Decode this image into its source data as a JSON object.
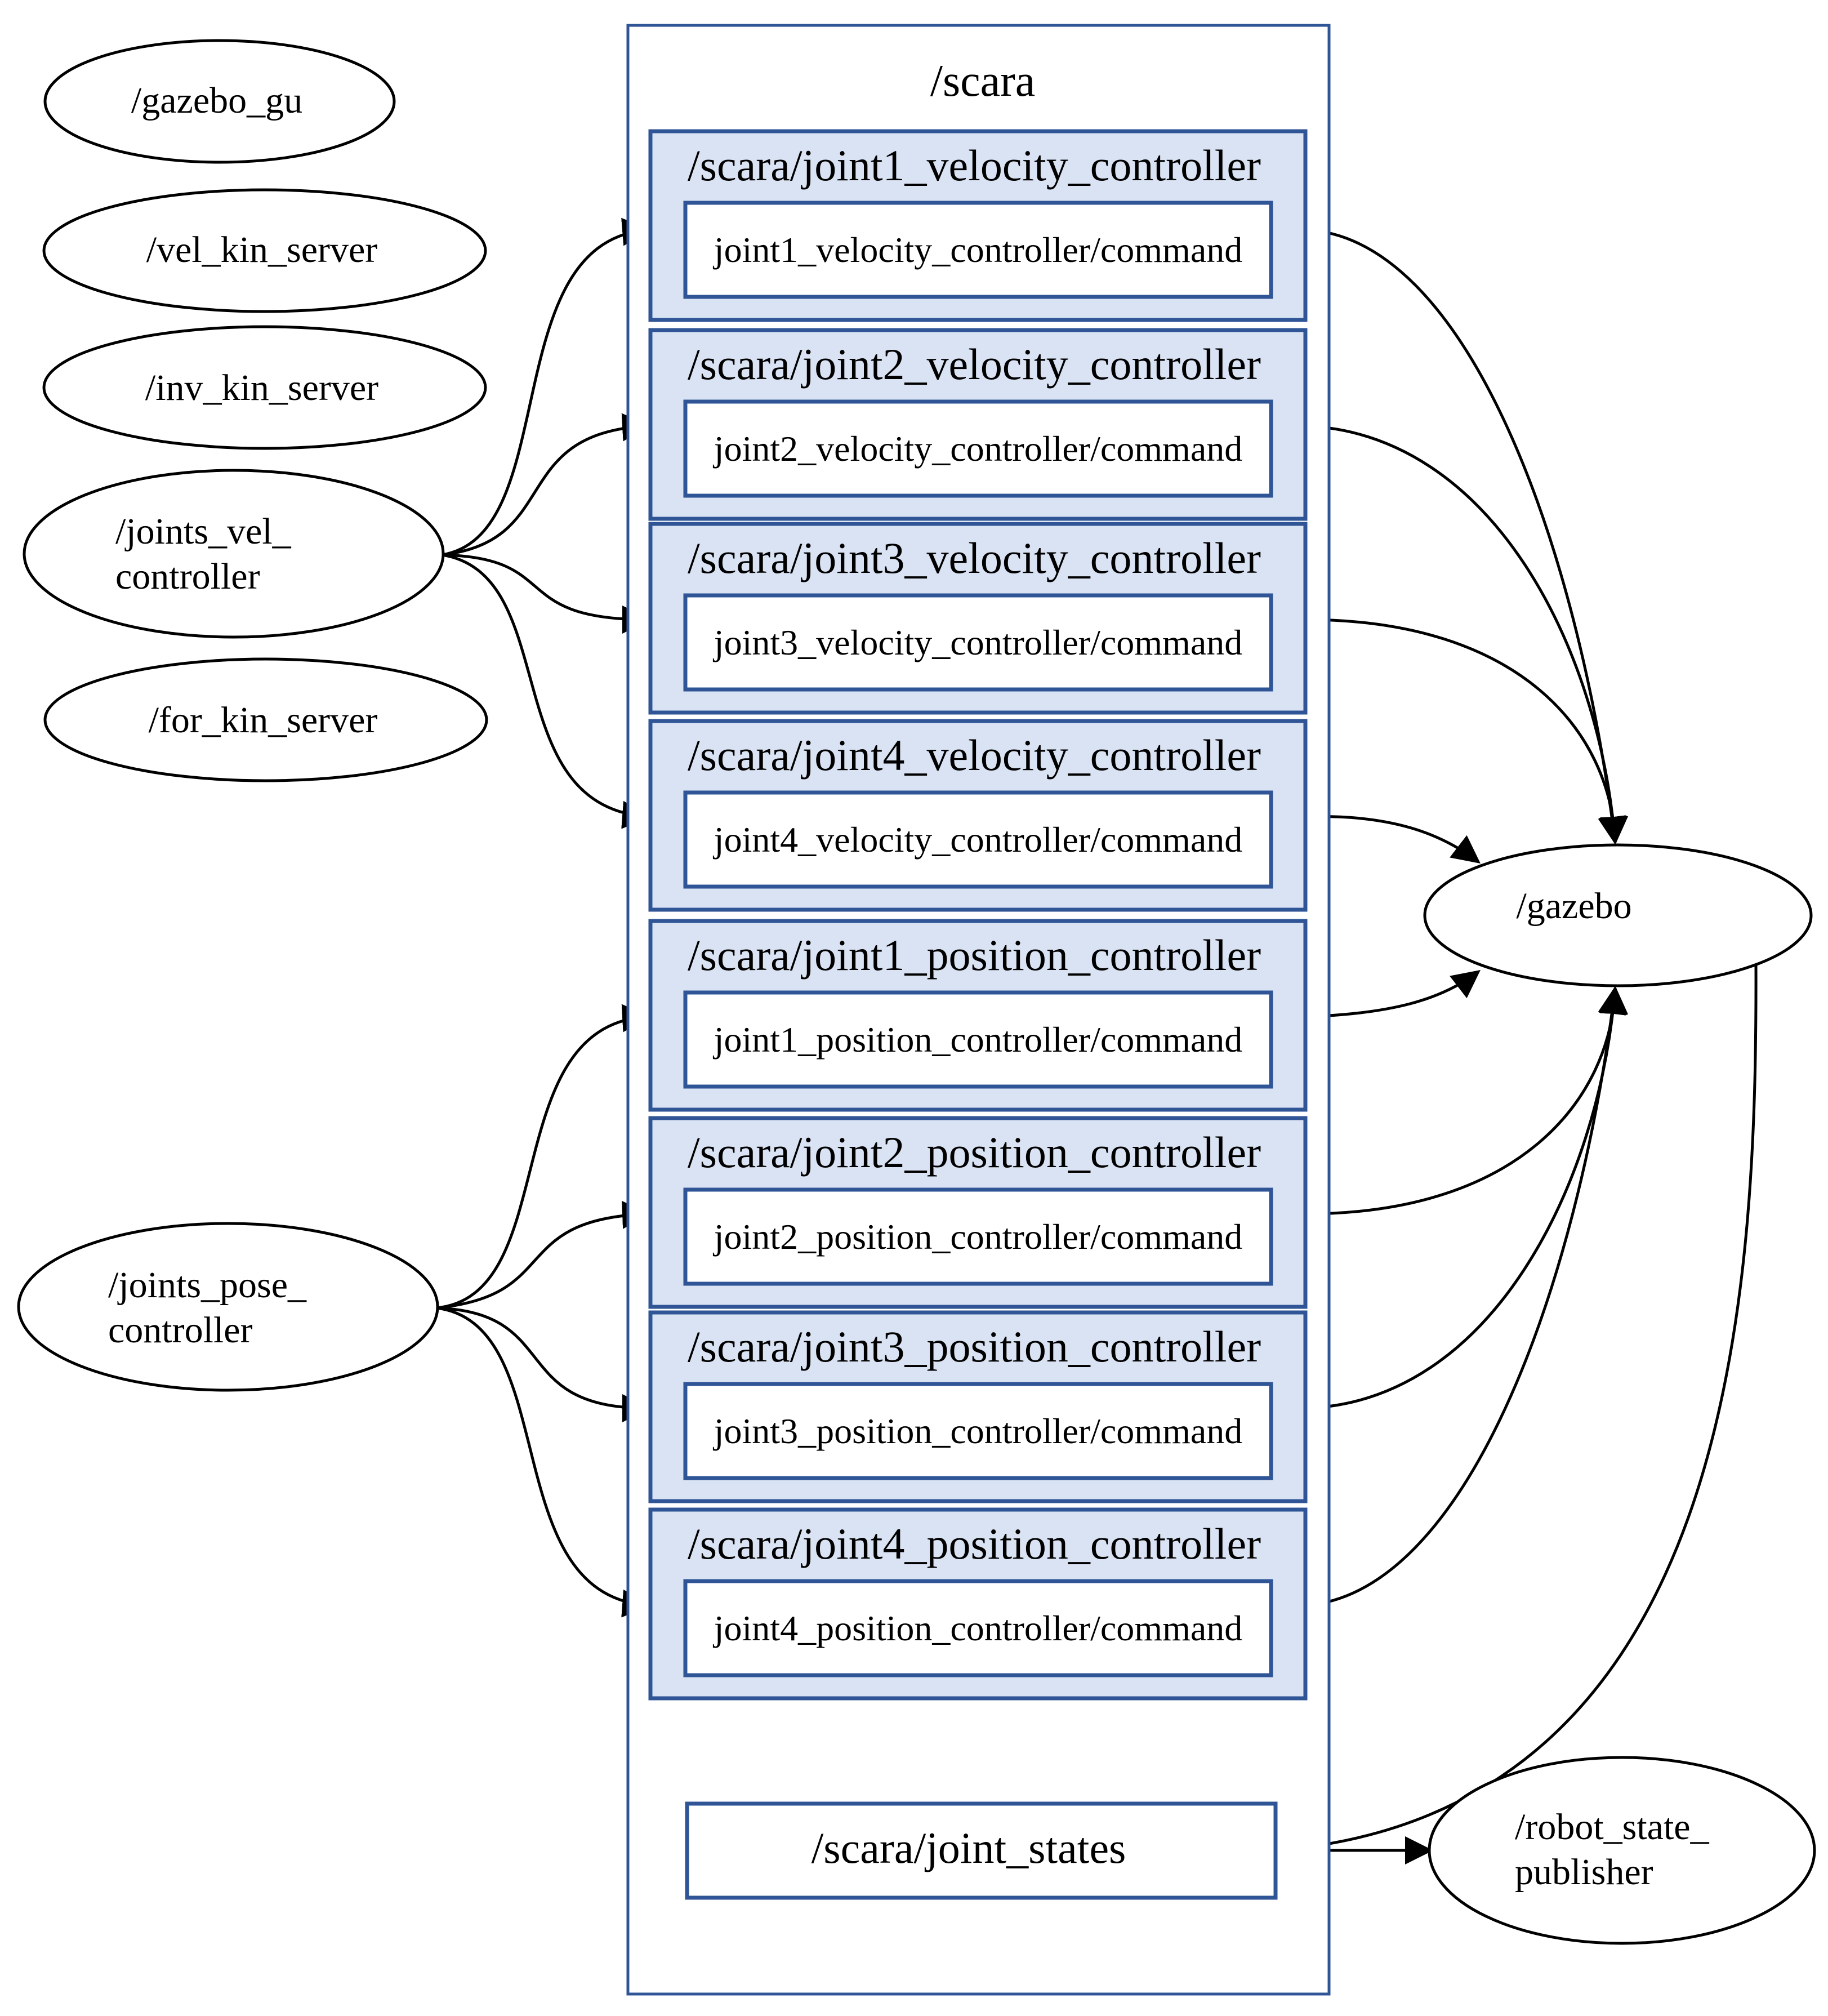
{
  "namespace": {
    "title": "/scara"
  },
  "left_nodes": [
    {
      "id": "gazebo_gui",
      "lines": [
        "/gazebo_gu"
      ]
    },
    {
      "id": "vel_kin_server",
      "lines": [
        "/vel_kin_server"
      ]
    },
    {
      "id": "inv_kin_server",
      "lines": [
        "/inv_kin_server"
      ]
    },
    {
      "id": "joints_vel_controller",
      "lines": [
        "/joints_vel_",
        "controller"
      ]
    },
    {
      "id": "for_kin_server",
      "lines": [
        "/for_kin_server"
      ]
    },
    {
      "id": "joints_pose_controller",
      "lines": [
        "/joints_pose_",
        "controller"
      ]
    }
  ],
  "controllers": [
    {
      "title": "/scara/joint1_velocity_controller",
      "topic": "joint1_velocity_controller/command"
    },
    {
      "title": "/scara/joint2_velocity_controller",
      "topic": "joint2_velocity_controller/command"
    },
    {
      "title": "/scara/joint3_velocity_controller",
      "topic": "joint3_velocity_controller/command"
    },
    {
      "title": "/scara/joint4_velocity_controller",
      "topic": "joint4_velocity_controller/command"
    },
    {
      "title": "/scara/joint1_position_controller",
      "topic": "joint1_position_controller/command"
    },
    {
      "title": "/scara/joint2_position_controller",
      "topic": "joint2_position_controller/command"
    },
    {
      "title": "/scara/joint3_position_controller",
      "topic": "joint3_position_controller/command"
    },
    {
      "title": "/scara/joint4_position_controller",
      "topic": "joint4_position_controller/command"
    }
  ],
  "joint_states": {
    "label": "/scara/joint_states"
  },
  "right_nodes": [
    {
      "id": "gazebo",
      "lines": [
        "/gazebo"
      ]
    },
    {
      "id": "robot_state_publisher",
      "lines": [
        "/robot_state_",
        "publisher"
      ]
    }
  ],
  "edges": [
    {
      "from": "joints_vel_controller",
      "to": "controller-1"
    },
    {
      "from": "joints_vel_controller",
      "to": "controller-2"
    },
    {
      "from": "joints_vel_controller",
      "to": "controller-3"
    },
    {
      "from": "joints_vel_controller",
      "to": "controller-4"
    },
    {
      "from": "joints_pose_controller",
      "to": "controller-5"
    },
    {
      "from": "joints_pose_controller",
      "to": "controller-6"
    },
    {
      "from": "joints_pose_controller",
      "to": "controller-7"
    },
    {
      "from": "joints_pose_controller",
      "to": "controller-8"
    },
    {
      "from": "controller-1",
      "to": "gazebo"
    },
    {
      "from": "controller-2",
      "to": "gazebo"
    },
    {
      "from": "controller-3",
      "to": "gazebo"
    },
    {
      "from": "controller-4",
      "to": "gazebo"
    },
    {
      "from": "controller-5",
      "to": "gazebo"
    },
    {
      "from": "controller-6",
      "to": "gazebo"
    },
    {
      "from": "controller-7",
      "to": "gazebo"
    },
    {
      "from": "controller-8",
      "to": "gazebo"
    },
    {
      "from": "gazebo",
      "to": "joint_states"
    },
    {
      "from": "joint_states",
      "to": "robot_state_publisher"
    }
  ],
  "colors": {
    "cluster_border": "#2f5597",
    "cluster_fill": "#dae3f3",
    "line": "#000000",
    "background": "#ffffff"
  }
}
